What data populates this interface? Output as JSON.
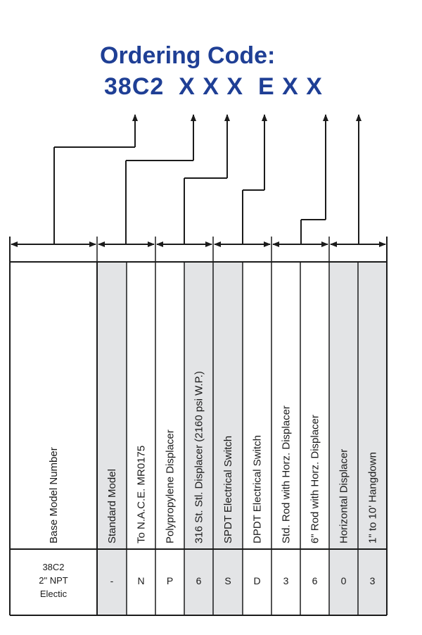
{
  "heading": "Ordering Code:",
  "code_line": "38C2  X X X  E X X",
  "base_column": {
    "label": "Base Model Number",
    "value_lines": [
      "38C2",
      "2\" NPT",
      "Electic"
    ]
  },
  "options": [
    {
      "label": "Standard Model",
      "code": "-"
    },
    {
      "label": "To N.A.C.E. MR0175",
      "code": "N"
    },
    {
      "label": "Polypropylene Displacer",
      "code": "P"
    },
    {
      "label": "316 St. Stl. Displacer (2160 psi W.P.)",
      "code": "6"
    },
    {
      "label": "SPDT Electrical Switch",
      "code": "S"
    },
    {
      "label": "DPDT Electrical Switch",
      "code": "D"
    },
    {
      "label": "Std. Rod with Horz. Displacer",
      "code": "3"
    },
    {
      "label": "6\" Rod with Horz. Displacer",
      "code": "6"
    },
    {
      "label": "Horizontal Displacer",
      "code": "0"
    },
    {
      "label": "1\" to 10' Hangdown",
      "code": "3"
    }
  ],
  "colors": {
    "title": "#1f3f95",
    "shaded_cell": "#e3e4e6",
    "line": "#1b1b1b"
  }
}
